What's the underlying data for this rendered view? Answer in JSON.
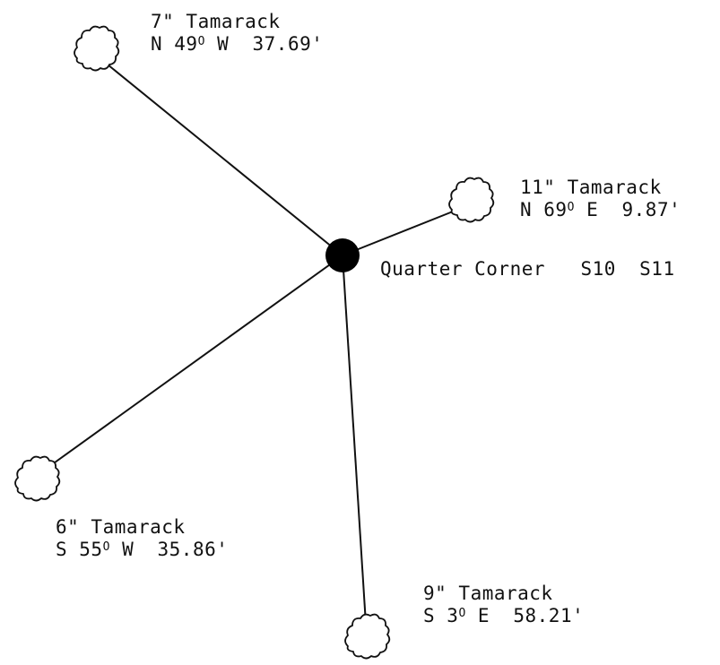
{
  "corner": {
    "label": "Quarter Corner",
    "sections": "S10  S11"
  },
  "trees": [
    {
      "id": "nw",
      "name": "7\" Tamarack",
      "bearing_ns": "N 49",
      "degree_symbol": "O",
      "bearing_ew": "W",
      "distance": "37.69'"
    },
    {
      "id": "ne",
      "name": "11\" Tamarack",
      "bearing_ns": "N 69",
      "degree_symbol": "O",
      "bearing_ew": "E",
      "distance": "9.87'"
    },
    {
      "id": "sw",
      "name": "6\" Tamarack",
      "bearing_ns": "S 55",
      "degree_symbol": "O",
      "bearing_ew": "W",
      "distance": "35.86'"
    },
    {
      "id": "s",
      "name": "9\" Tamarack",
      "bearing_ns": "S 3",
      "degree_symbol": "O",
      "bearing_ew": "E",
      "distance": "58.21'"
    }
  ]
}
